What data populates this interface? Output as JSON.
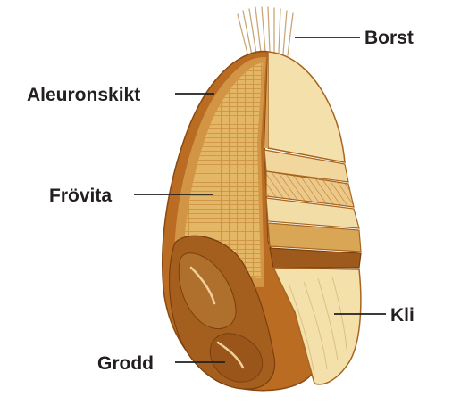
{
  "labels": {
    "borst": "Borst",
    "aleuronskikt": "Aleuronskikt",
    "frovita": "Frövita",
    "kli": "Kli",
    "grodd": "Grodd"
  },
  "colors": {
    "outer_hull": "#b86b22",
    "endosperm": "#e2b668",
    "bran_light": "#f3dfa7",
    "germ": "#9c5a1c",
    "leader_line": "#231f20"
  }
}
